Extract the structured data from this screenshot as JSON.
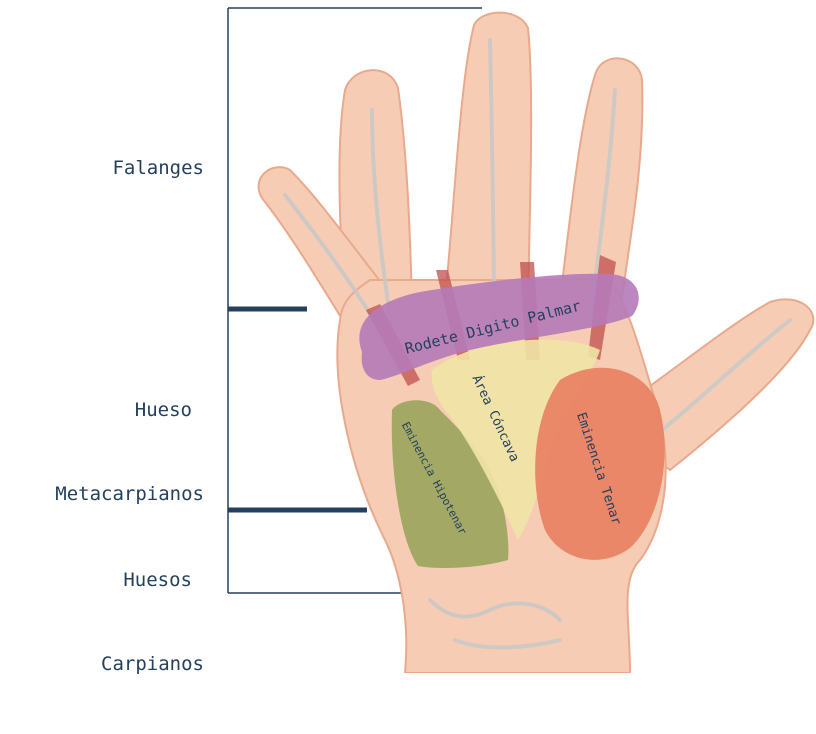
{
  "labels": {
    "falanges": "Falanges",
    "metacarpianos_line1": "Hueso",
    "metacarpianos_line2": "Metacarpianos",
    "carpianos_line1": "Huesos",
    "carpianos_line2": "Carpianos"
  },
  "regions": {
    "rodete": "Rodete Digito Palmar",
    "area": "Área Cóncava",
    "hipotenar": "Eminencia Hipotenar",
    "tenar": "Eminencia Tenar"
  },
  "colors": {
    "skin": "#f6cdb4",
    "skin_outline": "#e8a98c",
    "bone": "#c8c8c8",
    "muscle": "#c0504d",
    "rodete": "#b57ab8",
    "area": "#f1e4a6",
    "hipotenar": "#9aa55c",
    "tenar": "#e9805f",
    "label_text": "#25405e"
  }
}
